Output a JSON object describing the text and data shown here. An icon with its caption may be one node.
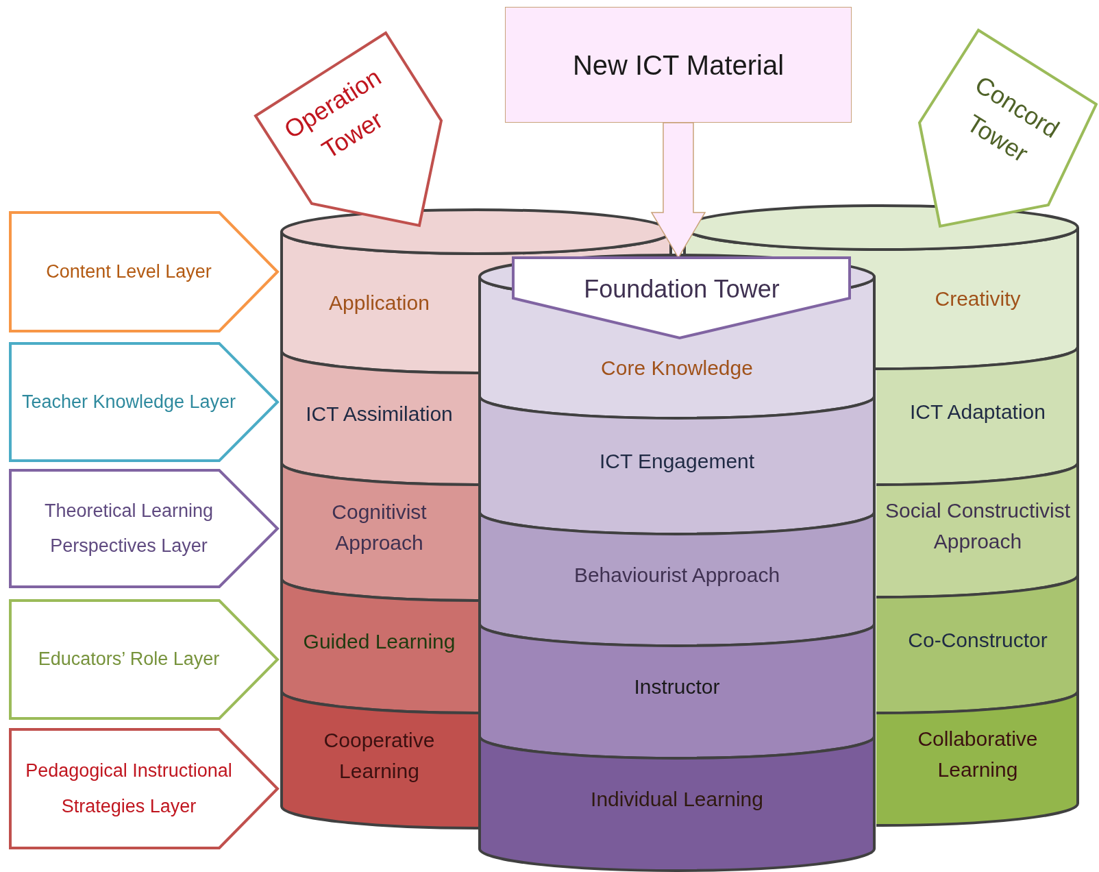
{
  "diagram": {
    "nodes": [
      {
        "text": [
          "New ICT Material"
        ]
      },
      {
        "text": [
          "Operation Tower"
        ]
      },
      {
        "text": [
          "Concord Tower"
        ]
      },
      {
        "text": [
          "Content Level Layer"
        ]
      },
      {
        "text": [
          "Teacher Knowledge Layer"
        ]
      },
      {
        "text": [
          "Theoretical Learning Perspectives Layer"
        ]
      },
      {
        "text": [
          "Educators’ Role Layer"
        ]
      },
      {
        "text": [
          "Pedagogical Instructional Strategies Layer"
        ]
      },
      {
        "text": [
          "Application"
        ]
      },
      {
        "text": [
          "ICT Assimilation"
        ]
      },
      {
        "text": [
          "Cognitivist Approach"
        ]
      },
      {
        "text": [
          "Guided Learning"
        ]
      },
      {
        "text": [
          "Cooperative Learning"
        ]
      },
      {
        "text": [
          "Foundation Tower"
        ]
      },
      {
        "text": [
          "Core Knowledge"
        ]
      },
      {
        "text": [
          "ICT Engagement"
        ]
      },
      {
        "text": [
          "Behaviourist Approach"
        ]
      },
      {
        "text": [
          "Instructor"
        ]
      },
      {
        "text": [
          "Individual Learning"
        ]
      },
      {
        "text": [
          "Creativity"
        ]
      },
      {
        "text": [
          "ICT Adaptation"
        ]
      },
      {
        "text": [
          "Social Constructivist Approach"
        ]
      },
      {
        "text": [
          "Co-Constructor"
        ]
      },
      {
        "text": [
          "Collaborative Learning"
        ]
      }
    ],
    "edges": [
      {
        "from": 0,
        "to": 13,
        "arrow": "to",
        "style": "thick"
      }
    ]
  }
}
